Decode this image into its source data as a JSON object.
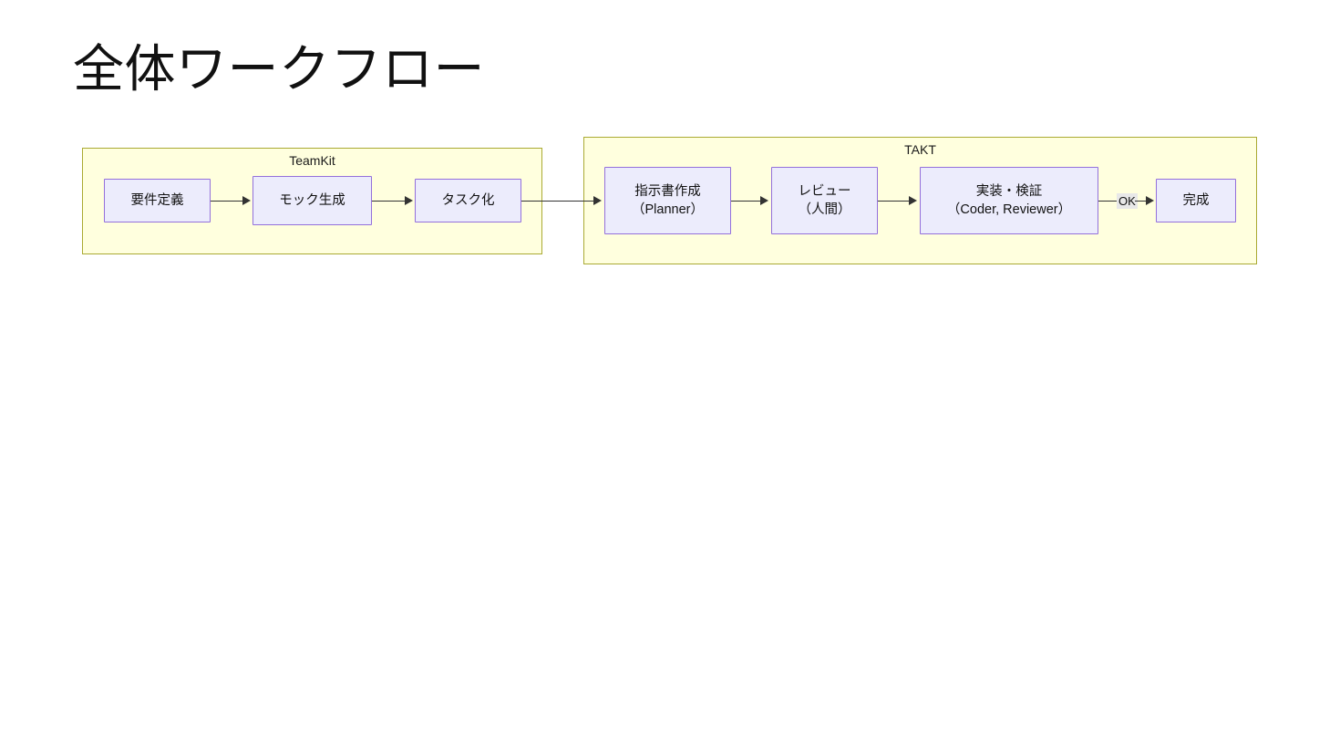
{
  "page": {
    "title": "全体ワークフロー",
    "background_color": "#ffffff"
  },
  "colors": {
    "cluster_fill": "#ffffde",
    "cluster_border": "#aaaa33",
    "node_fill": "#ececfc",
    "node_border": "#9370db",
    "edge": "#333333",
    "edge_label_bg": "#e8e8e8",
    "text": "#111111"
  },
  "diagram": {
    "type": "flowchart",
    "direction": "left-to-right",
    "clusters": [
      {
        "id": "teamkit",
        "label": "TeamKit",
        "nodes": [
          "requirements",
          "mock",
          "task"
        ]
      },
      {
        "id": "takt",
        "label": "TAKT",
        "nodes": [
          "planner",
          "review",
          "impl",
          "done"
        ]
      }
    ],
    "nodes": [
      {
        "id": "requirements",
        "label": "要件定義"
      },
      {
        "id": "mock",
        "label": "モック生成"
      },
      {
        "id": "task",
        "label": "タスク化"
      },
      {
        "id": "planner",
        "label": "指示書作成\n（Planner）"
      },
      {
        "id": "review",
        "label": "レビュー\n（人間）"
      },
      {
        "id": "impl",
        "label": "実装・検証\n（Coder, Reviewer）"
      },
      {
        "id": "done",
        "label": "完成"
      }
    ],
    "edges": [
      {
        "from": "requirements",
        "to": "mock",
        "label": ""
      },
      {
        "from": "mock",
        "to": "task",
        "label": ""
      },
      {
        "from": "task",
        "to": "planner",
        "label": ""
      },
      {
        "from": "planner",
        "to": "review",
        "label": ""
      },
      {
        "from": "review",
        "to": "impl",
        "label": ""
      },
      {
        "from": "impl",
        "to": "done",
        "label": "OK"
      }
    ],
    "edge_labels": {
      "impl_to_done": "OK"
    }
  }
}
